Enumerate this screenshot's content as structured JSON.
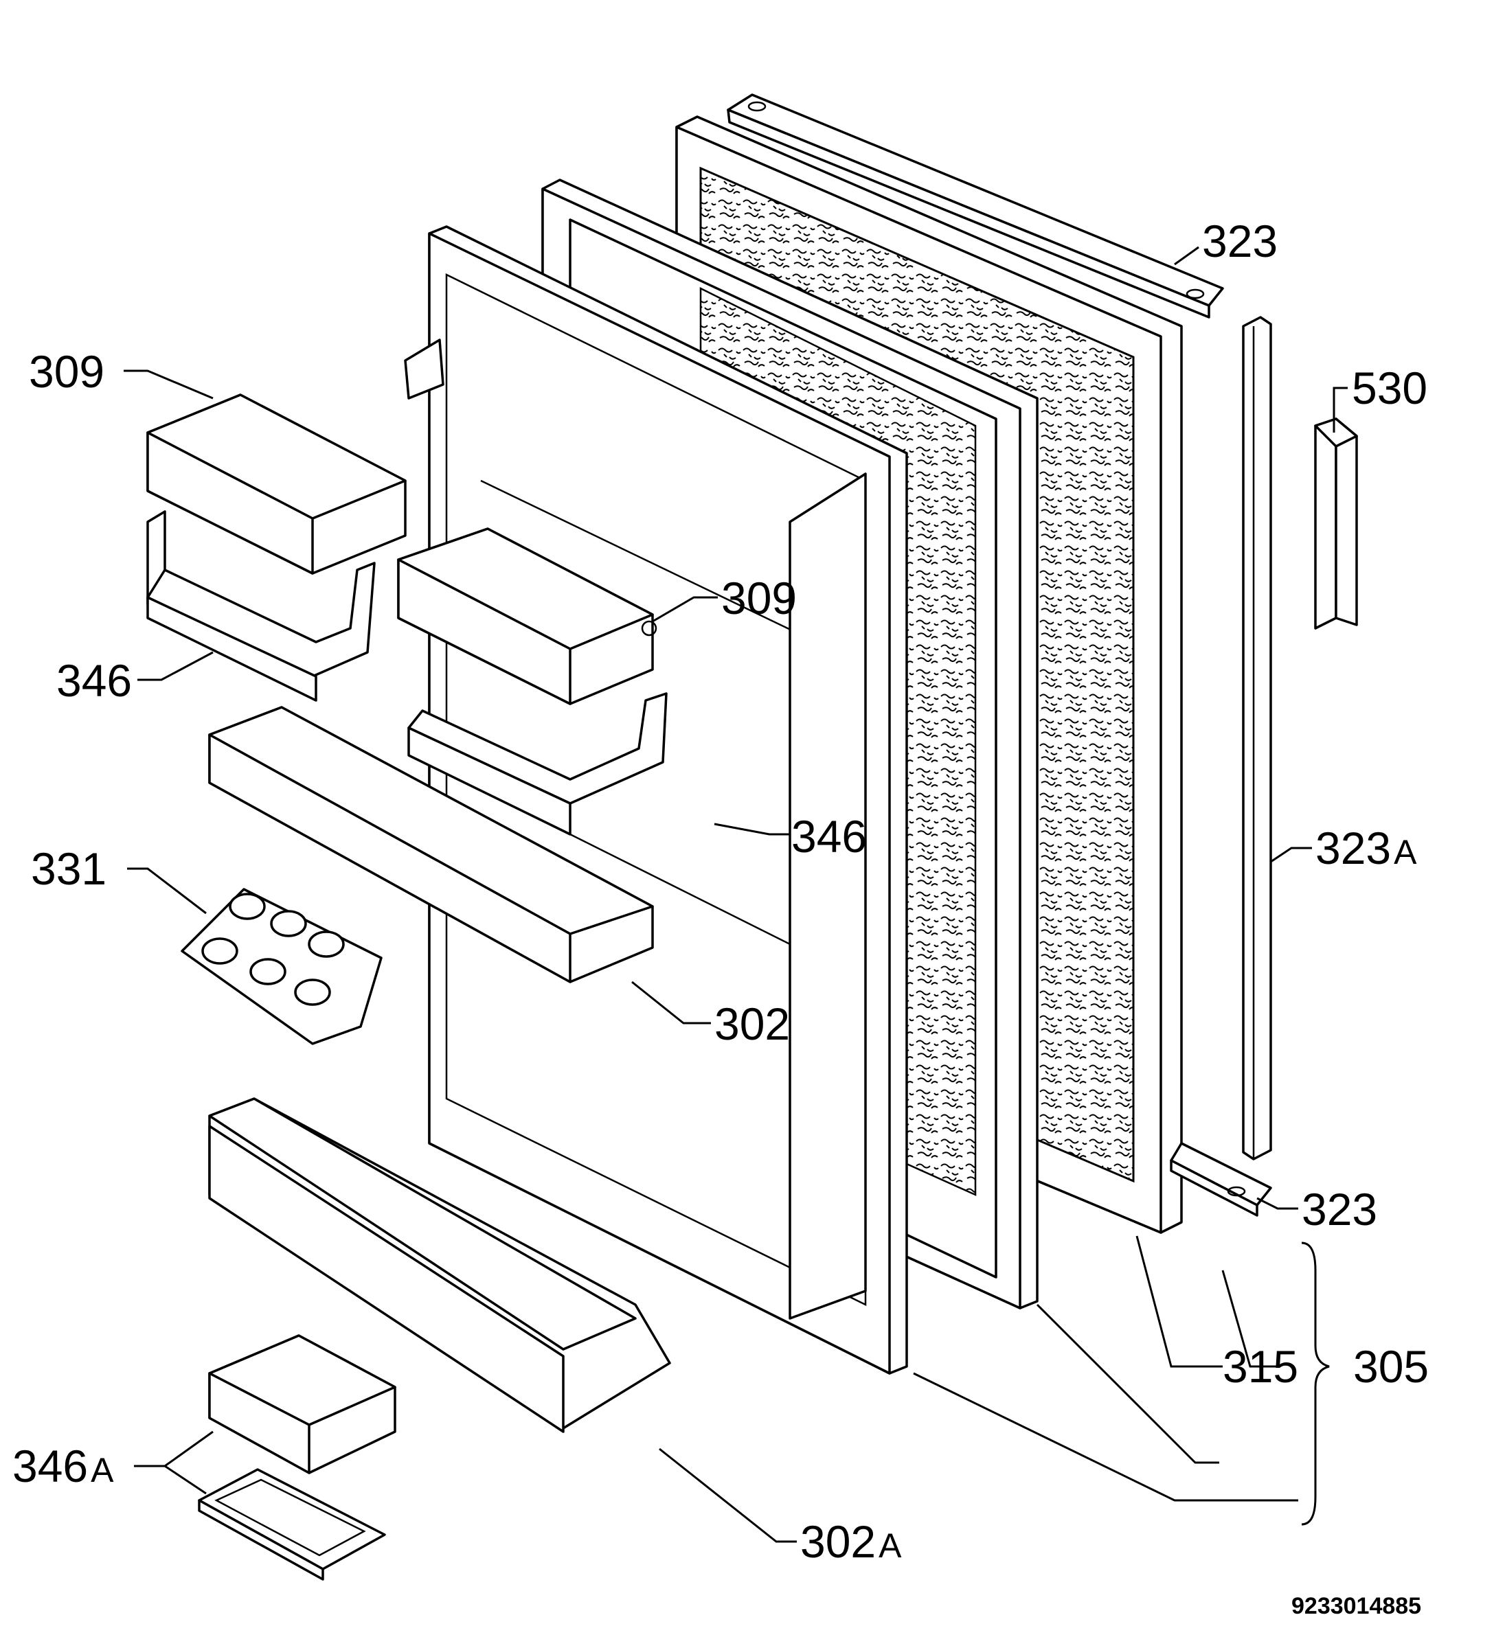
{
  "labels": {
    "l323_top": {
      "num": "323",
      "suffix": ""
    },
    "l530": {
      "num": "530",
      "suffix": ""
    },
    "l309_left": {
      "num": "309",
      "suffix": ""
    },
    "l309_mid": {
      "num": "309",
      "suffix": ""
    },
    "l346_left": {
      "num": "346",
      "suffix": ""
    },
    "l346_mid": {
      "num": "346",
      "suffix": ""
    },
    "l323a": {
      "num": "323",
      "suffix": "A"
    },
    "l331": {
      "num": "331",
      "suffix": ""
    },
    "l302": {
      "num": "302",
      "suffix": ""
    },
    "l323_bottom": {
      "num": "323",
      "suffix": ""
    },
    "l315": {
      "num": "315",
      "suffix": ""
    },
    "l305": {
      "num": "305",
      "suffix": ""
    },
    "l346a": {
      "num": "346",
      "suffix": "A"
    },
    "l302a": {
      "num": "302",
      "suffix": "A"
    }
  },
  "drawing_code": "9233014885"
}
